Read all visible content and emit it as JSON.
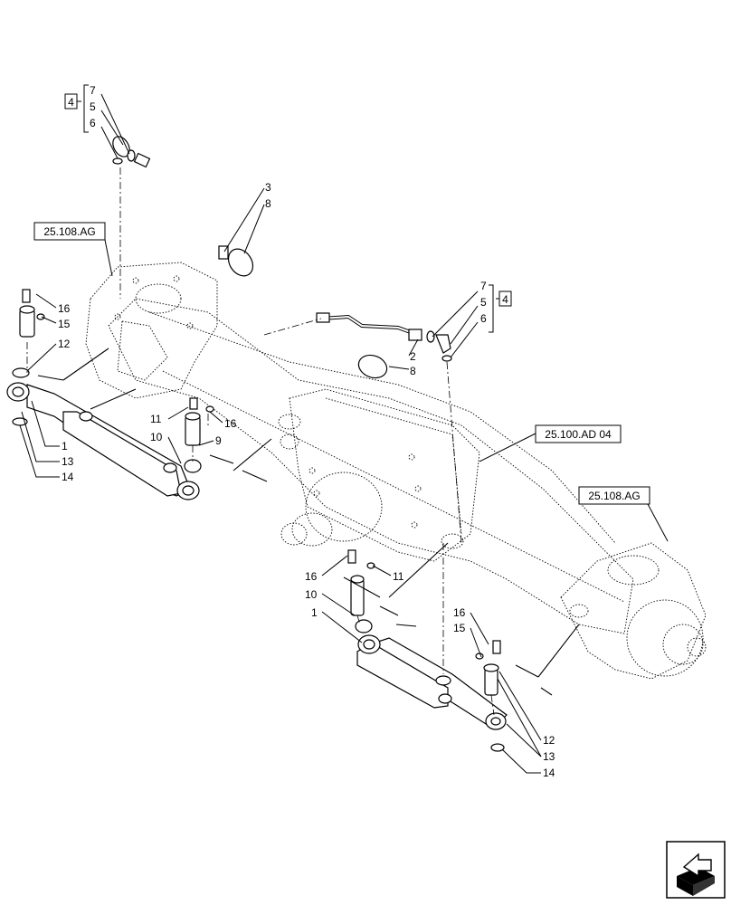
{
  "references": {
    "ref_top_left": "25.108.AG",
    "ref_center": "25.100.AD 04",
    "ref_right": "25.108.AG"
  },
  "bracket_groups": {
    "top": {
      "group_label": "4",
      "items": [
        "7",
        "5",
        "6"
      ]
    },
    "mid": {
      "group_label": "4",
      "items": [
        "7",
        "5",
        "6"
      ]
    }
  },
  "callouts": {
    "top_3": "3",
    "top_8": "8",
    "mid_2": "2",
    "mid_8": "8",
    "left_16": "16",
    "left_15": "15",
    "left_12": "12",
    "left_1": "1",
    "left_13": "13",
    "left_14": "14",
    "ctr_11": "11",
    "ctr_16": "16",
    "ctr_10": "10",
    "ctr_9": "9",
    "low_16": "16",
    "low_11": "11",
    "low_10": "10",
    "low_1": "1",
    "right_16": "16",
    "right_15": "15",
    "right_12": "12",
    "right_13": "13",
    "right_14": "14"
  },
  "nav_icon": "next-page-icon"
}
